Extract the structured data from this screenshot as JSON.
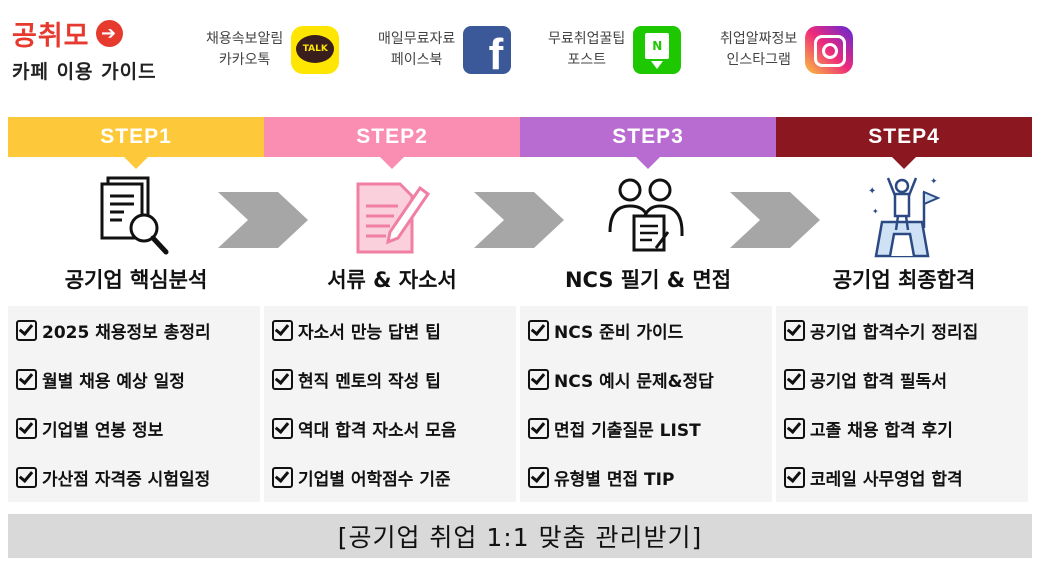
{
  "brand": {
    "title": "공취모",
    "subtitle": "카페 이용 가이드"
  },
  "social": [
    {
      "line1": "채용속보알림",
      "line2": "카카오톡",
      "icon": "kakaotalk-icon",
      "badge": "TALK"
    },
    {
      "line1": "매일무료자료",
      "line2": "페이스북",
      "icon": "facebook-icon",
      "badge": "f"
    },
    {
      "line1": "무료취업꿀팁",
      "line2": "포스트",
      "icon": "naver-post-icon",
      "badge": "N"
    },
    {
      "line1": "취업알짜정보",
      "line2": "인스타그램",
      "icon": "instagram-icon"
    }
  ],
  "steps": [
    {
      "label": "STEP1",
      "title": "공기업 핵심분석",
      "color": "#fdc93a",
      "icon": "document-search-icon",
      "items": [
        "2025 채용정보 총정리",
        "월별 채용 예상 일정",
        "기업별 연봉 정보",
        "가산점 자격증 시험일정"
      ]
    },
    {
      "label": "STEP2",
      "title": "서류 & 자소서",
      "color": "#f98eb2",
      "icon": "document-pen-icon",
      "items": [
        "자소서 만능 답변 팁",
        "현직 멘토의 작성 팁",
        "역대 합격 자소서 모음",
        "기업별 어학점수 기준"
      ]
    },
    {
      "label": "STEP3",
      "title": "NCS 필기 & 면접",
      "color": "#b86bd1",
      "icon": "interview-people-icon",
      "items": [
        "NCS 준비 가이드",
        "NCS 예시 문제&정답",
        "면접 기출질문 LIST",
        "유형별 면접 TIP"
      ]
    },
    {
      "label": "STEP4",
      "title": "공기업 최종합격",
      "color": "#8b1820",
      "icon": "success-person-icon",
      "items": [
        "공기업 합격수기 정리집",
        "공기업 합격 필독서",
        "고졸 채용 합격 후기",
        "코레일 사무영업 합격"
      ]
    }
  ],
  "footer": {
    "text": "[공기업 취업 1:1 맞춤 관리받기]"
  }
}
